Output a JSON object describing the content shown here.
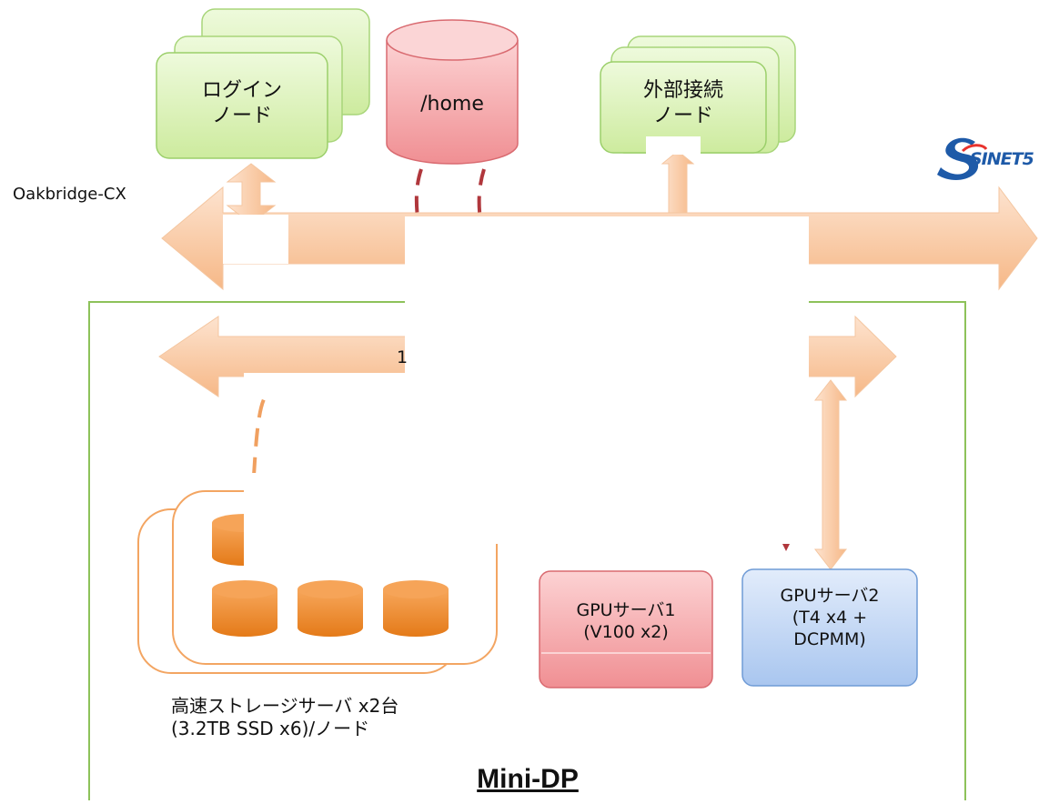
{
  "network": {
    "name": "Oakbridge-CX",
    "inner_link_fragment": "1",
    "external_logo_text": "SINET5"
  },
  "login_node": {
    "line1": "ログイン",
    "line2": "ノード"
  },
  "home_storage": {
    "label": "/home"
  },
  "external_node": {
    "line1": "外部接続",
    "line2": "ノード"
  },
  "gpu_server_1": {
    "line1": "GPUサーバ1",
    "line2": "(V100 x2)"
  },
  "gpu_server_2": {
    "line1": "GPUサーバ2",
    "line2": "(T4 x4 +",
    "line3": "DCPMM)"
  },
  "storage_server": {
    "line1": "高速ストレージサーバ x2台",
    "line2": "(3.2TB SSD x6)/ノード"
  },
  "mini_dp": {
    "title": "Mini-DP"
  },
  "colors": {
    "node_green": "#dff5bd",
    "node_green_border": "#9bcf6a",
    "home_red": "#f6a3a6",
    "gpu_blue": "#c4d8f5",
    "arrow_orange": "#f8c9a2",
    "storage_orange": "#f08a2a",
    "dashed_red": "#b0373c",
    "dashed_orange": "#f0a060",
    "frame_green": "#8dc25a",
    "logo_blue": "#1e5aa8"
  }
}
